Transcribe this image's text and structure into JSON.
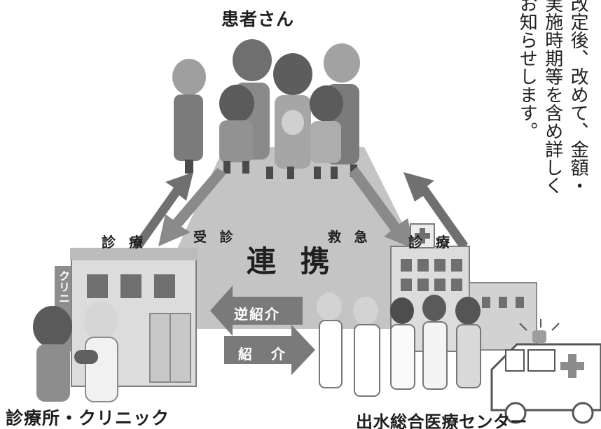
{
  "labels": {
    "patients": "患者さん",
    "clinic": "診療所・クリニック",
    "hospital": "出水総合医療センター",
    "center": "連 携",
    "left_arrow": "診 療",
    "right_arrow": "診 療",
    "left_sub": "受 診",
    "right_sub": "救 急",
    "reverse_referral": "逆紹介",
    "referral": "紹 介",
    "clinic_sign": "クリニ"
  },
  "notice_vertical_text": "改定後、改めて、金額・実施時期等を含め詳しくお知らせします。",
  "colors": {
    "triangle": "#bfbfbf",
    "arrow_dark": "#666666",
    "arrow_mid": "#7a7a7a",
    "building": "#d9d9d9",
    "window": "#6f6f6f"
  }
}
